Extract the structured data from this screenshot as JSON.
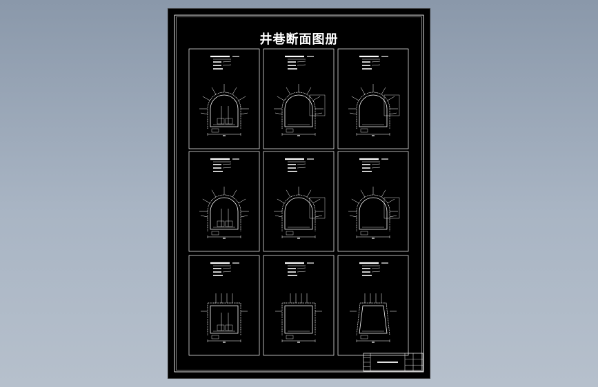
{
  "drawing": {
    "title": "井巷断面图册",
    "line_color": "#ffffff",
    "background_color": "#000000",
    "app_background_color": "#9aa7b8"
  },
  "panels": [
    {
      "shape": "arch"
    },
    {
      "shape": "arch"
    },
    {
      "shape": "arch"
    },
    {
      "shape": "arch"
    },
    {
      "shape": "arch"
    },
    {
      "shape": "arch"
    },
    {
      "shape": "rect"
    },
    {
      "shape": "rect"
    },
    {
      "shape": "trapezoid"
    }
  ]
}
